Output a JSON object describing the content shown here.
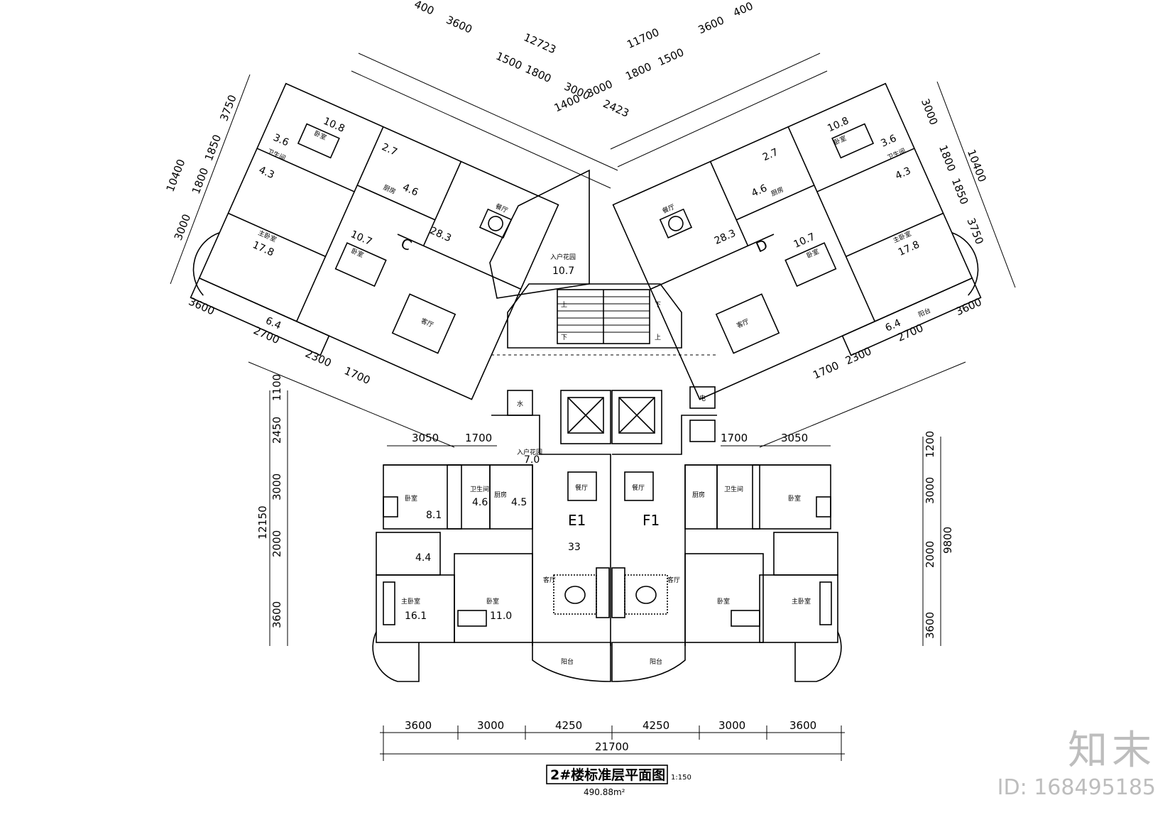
{
  "title": "2#楼标准层平面图",
  "scale": "1:150",
  "total_area": "490.88m²",
  "watermark": {
    "logo": "知末",
    "id": "ID: 168495185"
  },
  "units": {
    "C": {
      "label": "C",
      "top_dims": [
        "400",
        "3600",
        "12723",
        "1500",
        "1800",
        "3000",
        "2423"
      ],
      "left_dims": [
        "3000",
        "10400",
        "1800",
        "1850",
        "3750"
      ],
      "bottom_dims": [
        "3600",
        "2700",
        "2300",
        "1700"
      ],
      "areas": [
        "10.8",
        "2.7",
        "3.6",
        "4.6",
        "4.3",
        "28.3",
        "10.7",
        "17.8",
        "6.4"
      ],
      "room_labels": [
        "卧室",
        "卫生间",
        "厨房",
        "餐厅",
        "卧室",
        "主卧室",
        "客厅"
      ]
    },
    "D": {
      "label": "D",
      "top_dims": [
        "11700",
        "3600",
        "400",
        "1400",
        "3000",
        "1800",
        "1500"
      ],
      "right_dims": [
        "3000",
        "1800",
        "10400",
        "1850",
        "3750"
      ],
      "bottom_dims": [
        "1700",
        "2300",
        "2700",
        "3600"
      ],
      "areas": [
        "10.8",
        "2.7",
        "3.6",
        "4.6",
        "4.3",
        "28.3",
        "10.7",
        "17.8",
        "6.4"
      ],
      "room_labels": [
        "卧室",
        "卫生间",
        "厨房",
        "餐厅",
        "卧室",
        "主卧室",
        "客厅",
        "阳台"
      ]
    },
    "core": {
      "entry_area": "10.7",
      "entry_label": "入户花园",
      "stair_up": "上",
      "stair_down": "下",
      "water": "水",
      "elec": "电"
    },
    "E1": {
      "label": "E1",
      "top_dims": [
        "3050",
        "1700"
      ],
      "left_dims": [
        "1100",
        "12150",
        "2450",
        "3000",
        "2000",
        "3600"
      ],
      "areas": [
        "7.0",
        "8.1",
        "4.6",
        "4.5",
        "33",
        "4.4",
        "16.1",
        "11.0"
      ],
      "room_labels": [
        "入户花园",
        "卧室",
        "卫生间",
        "厨房",
        "餐厅",
        "客厅",
        "主卧室",
        "卧室",
        "阳台"
      ]
    },
    "F1": {
      "label": "F1",
      "top_dims": [
        "1700",
        "3050"
      ],
      "right_dims": [
        "1200",
        "3000",
        "2000",
        "9800",
        "3600"
      ],
      "room_labels": [
        "厨房",
        "卫生间",
        "卧室",
        "餐厅",
        "客厅",
        "主卧室",
        "卧室",
        "阳台"
      ]
    }
  },
  "bottom_dims": [
    "3600",
    "3000",
    "4250",
    "4250",
    "3000",
    "3600"
  ],
  "overall_width": "21700"
}
